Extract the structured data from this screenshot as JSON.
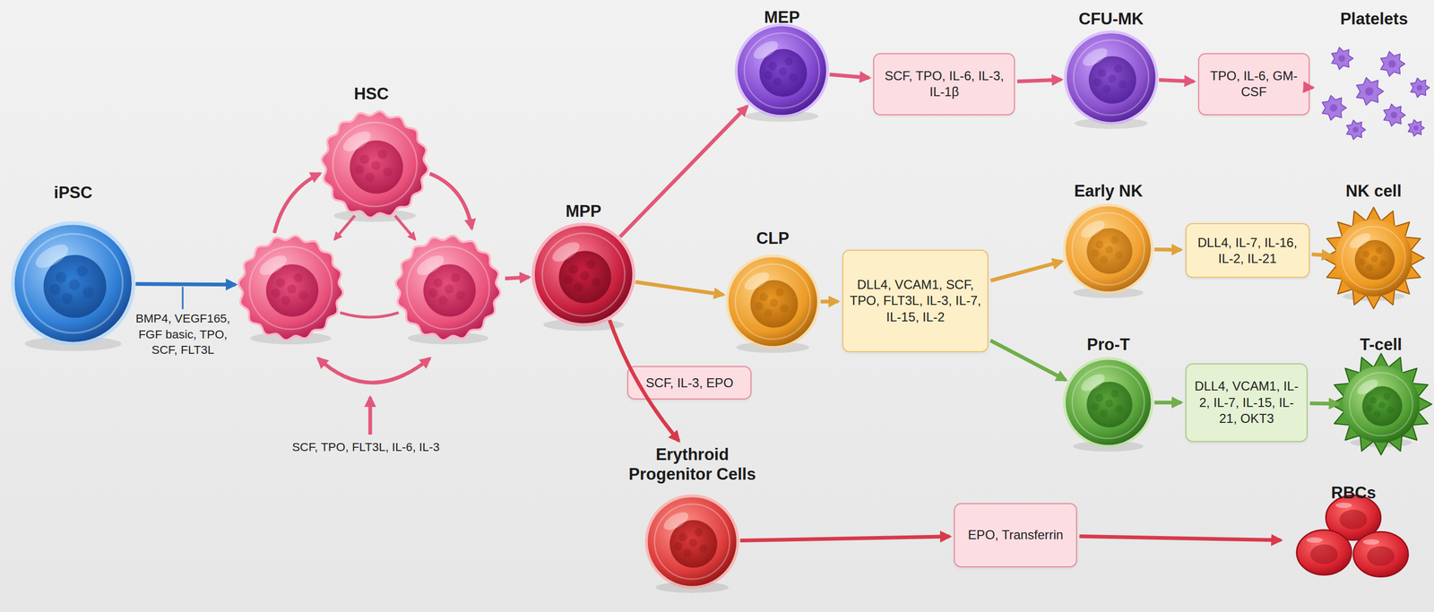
{
  "diagram": {
    "nodes": [
      {
        "text": [
          "iPSC"
        ]
      },
      {
        "text": [
          "HSC"
        ]
      },
      {
        "text": [
          "MPP"
        ]
      },
      {
        "text": [
          "MEP"
        ]
      },
      {
        "text": [
          "SCF, TPO, IL-6, IL-3, IL-1β"
        ]
      },
      {
        "text": [
          "CFU-MK"
        ]
      },
      {
        "text": [
          "TPO, IL-6, GM-CSF"
        ]
      },
      {
        "text": [
          "Platelets"
        ]
      },
      {
        "text": [
          "CLP"
        ]
      },
      {
        "text": [
          "DLL4, VCAM1, SCF, TPO, FLT3L, IL-3, IL-7, IL-15, IL-2"
        ]
      },
      {
        "text": [
          "Early NK"
        ]
      },
      {
        "text": [
          "DLL4, IL-7, IL-16, IL-2, IL-21"
        ]
      },
      {
        "text": [
          "NK cell"
        ]
      },
      {
        "text": [
          "Pro-T"
        ]
      },
      {
        "text": [
          "DLL4, VCAM1, IL-2, IL-7, IL-15, IL-21, OKT3"
        ]
      },
      {
        "text": [
          "T-cell"
        ]
      },
      {
        "text": [
          "SCF, IL-3, EPO"
        ]
      },
      {
        "text": [
          "Erythroid Progenitor Cells"
        ]
      },
      {
        "text": [
          "EPO, Transferrin"
        ]
      },
      {
        "text": [
          "RBCs"
        ]
      }
    ],
    "edges": [
      {
        "from": 0,
        "to": 1,
        "arrow": "to",
        "label": "BMP4, VEGF165, FGF basic, TPO, SCF, FLT3L"
      },
      {
        "from": 1,
        "to": 2,
        "arrow": "to"
      },
      {
        "from": 2,
        "to": 3,
        "arrow": "to"
      },
      {
        "from": 3,
        "to": 4,
        "arrow": "to"
      },
      {
        "from": 4,
        "to": 5,
        "arrow": "to"
      },
      {
        "from": 5,
        "to": 6,
        "arrow": "to"
      },
      {
        "from": 6,
        "to": 7,
        "arrow": "to"
      },
      {
        "from": 2,
        "to": 8,
        "arrow": "to"
      },
      {
        "from": 8,
        "to": 9,
        "arrow": "to"
      },
      {
        "from": 9,
        "to": 10,
        "arrow": "to"
      },
      {
        "from": 10,
        "to": 11,
        "arrow": "to"
      },
      {
        "from": 11,
        "to": 12,
        "arrow": "to"
      },
      {
        "from": 9,
        "to": 13,
        "arrow": "to"
      },
      {
        "from": 13,
        "to": 14,
        "arrow": "to"
      },
      {
        "from": 14,
        "to": 15,
        "arrow": "to"
      },
      {
        "from": 2,
        "to": 17,
        "arrow": "to"
      },
      {
        "from": 17,
        "to": 18,
        "arrow": "to"
      },
      {
        "from": 18,
        "to": 19,
        "arrow": "to"
      }
    ],
    "labels": [
      "SCF, TPO, FLT3L, IL-6, IL-3"
    ]
  }
}
